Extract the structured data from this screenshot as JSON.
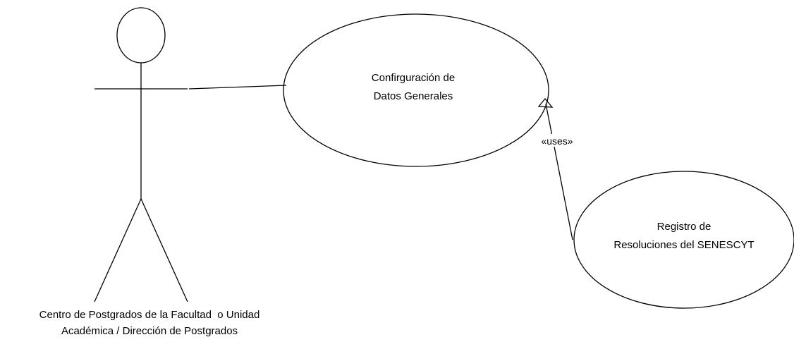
{
  "actor": {
    "name_line1": "Centro de Postgrados de la Facultad  o Unidad",
    "name_line2": "Académica / Dirección de Postgrados"
  },
  "use_cases": {
    "configuracion": {
      "line1": "Confirguración de",
      "line2": "Datos Generales"
    },
    "registro": {
      "line1": "Registro de",
      "line2": "Resoluciones del SENESCYT"
    }
  },
  "relationship": {
    "stereotype": "«uses»"
  },
  "colors": {
    "stroke": "#000000",
    "background": "#ffffff"
  }
}
